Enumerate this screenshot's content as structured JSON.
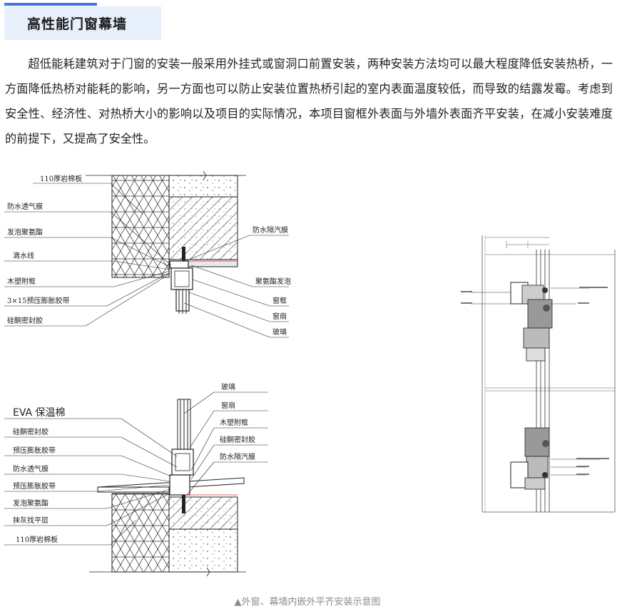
{
  "header": {
    "title": "高性能门窗幕墙"
  },
  "article": {
    "paragraph": "超低能耗建筑对于门窗的安装一般采用外挂式或窗洞口前置安装，两种安装方法均可以最大程度降低安装热桥，一方面降低热桥对能耗的影响，另一方面也可以防止安装位置热桥引起的室内表面温度较低，而导致的结露发霉。考虑到安全性、经济性、对热桥大小的影响以及项目的实际情况，本项目窗框外表面与外墙外表面齐平安装，在减小安装难度的前提下，又提高了安全性。"
  },
  "figure_top": {
    "left_labels": [
      "110厚岩棉板",
      "防水透气膜",
      "发泡聚氨酯",
      "滴水线",
      "木塑附框",
      "3×15预压膨胀胶带",
      "硅酮密封胶"
    ],
    "right_labels": [
      "防水隔汽膜",
      "聚氨酯发泡",
      "窗框",
      "窗扇",
      "玻璃"
    ]
  },
  "figure_bottom": {
    "left_labels": [
      "EVA 保温棉",
      "硅酮密封胶",
      "预压膨胀胶带",
      "防水透气膜",
      "预压膨胀胶带",
      "发泡聚氨酯",
      "抹灰找平层",
      "110厚岩棉板"
    ],
    "right_labels": [
      "玻璃",
      "窗扇",
      "木塑附框",
      "硅酮密封胶",
      "防水隔汽膜"
    ]
  },
  "caption": "▲外窗、幕墙内嵌外平齐安装示意图"
}
